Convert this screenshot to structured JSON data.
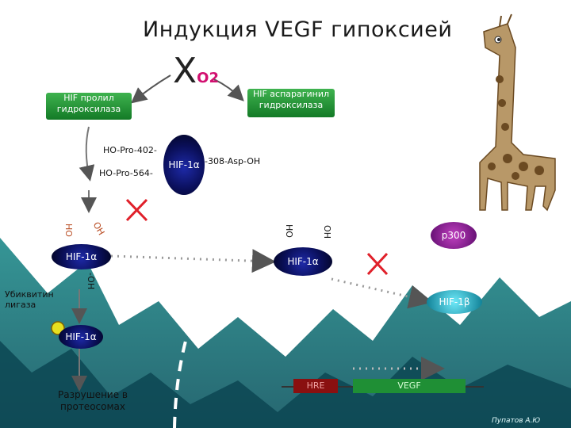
{
  "title": "Индукция VEGF гипоксией",
  "o2": {
    "x": "X",
    "o": "O",
    "sub": "2"
  },
  "enzymes": {
    "prolyl": "HIF пролил гидроксилаза",
    "asparaginyl": "HIF аспарагинил гидроксилаза"
  },
  "residues": {
    "pro402": "HO-Pro-402-",
    "pro564": "HO-Pro-564-",
    "asp308": "-308-Asp-OH"
  },
  "hif1a": "HIF-1α",
  "hif1b": "HIF-1β",
  "p300": "p300",
  "oh_labels": {
    "ho_right": "HO",
    "oh_right": "OH",
    "oh_left": "-OH",
    "ho_left": "HO",
    "oh_tilted": "OH"
  },
  "ubiquitin_ligase": "Убиквитин лигаза",
  "degradation": "Разрушение в протеосомах",
  "gene": {
    "hre": "HRE",
    "vegf": "VEGF"
  },
  "author": "Пупатов А.Ю",
  "colors": {
    "hif": "#0a1470",
    "p300": "#7a1a8a",
    "hif1b": "#10a0b8",
    "green": "#1f8f35",
    "red_x": "#e0202a"
  }
}
